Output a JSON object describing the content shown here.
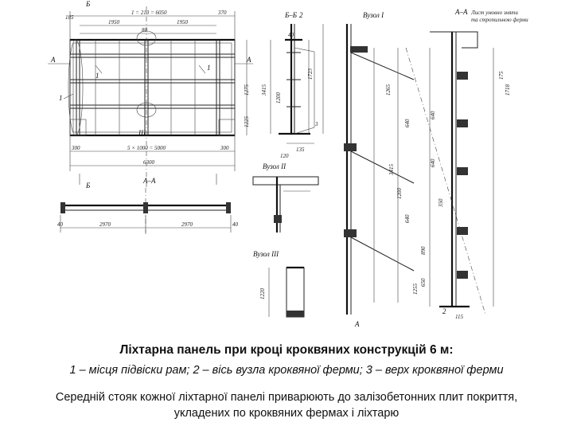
{
  "caption": {
    "title": "Ліхтарна панель при кроці кроквяних конструкцій 6 м:",
    "legend": "1 – місця підвіски рам; 2 – вісь вузла кроквяної ферми; 3 – верх кроквяної ферми",
    "note": "Середній стояк кожної ліхтарної панелі приварюють до залізобетонних плит покриття, укладених по кроквяних фермах і ліхтарю"
  },
  "drawing": {
    "main_view": {
      "dims_top": [
        "185",
        "1 = 210 = 6050",
        "370",
        "1950",
        "1950",
        "80"
      ],
      "dims_bottom": [
        "300",
        "5 × 1000 = 5000",
        "300",
        "6300"
      ],
      "dims_right": [
        "1275",
        "1225"
      ],
      "markers": [
        "Б",
        "Б",
        "А",
        "А",
        "I",
        "III",
        "1",
        "1",
        "1"
      ]
    },
    "section_aa": {
      "title": "А–А",
      "dims": [
        "40",
        "2970",
        "2970",
        "40"
      ]
    },
    "section_bb": {
      "title": "Б–Б",
      "dims": [
        "3415",
        "1200",
        "1723",
        "40",
        "135",
        "3",
        "120",
        "2"
      ],
      "label": "Вузол II"
    },
    "node_i": {
      "title": "Вузол І",
      "dims": [
        "1265",
        "3415",
        "1200",
        "640",
        "640",
        "1255"
      ]
    },
    "section_aa_right": {
      "title": "А–А",
      "note": "Лист умовно зняти та стропильною ферми",
      "dims": [
        "175",
        "1718",
        "640",
        "640",
        "350",
        "890",
        "650",
        "115",
        "2"
      ]
    },
    "node_iii": {
      "title": "Вузол III",
      "dims": [
        "1220"
      ]
    }
  }
}
